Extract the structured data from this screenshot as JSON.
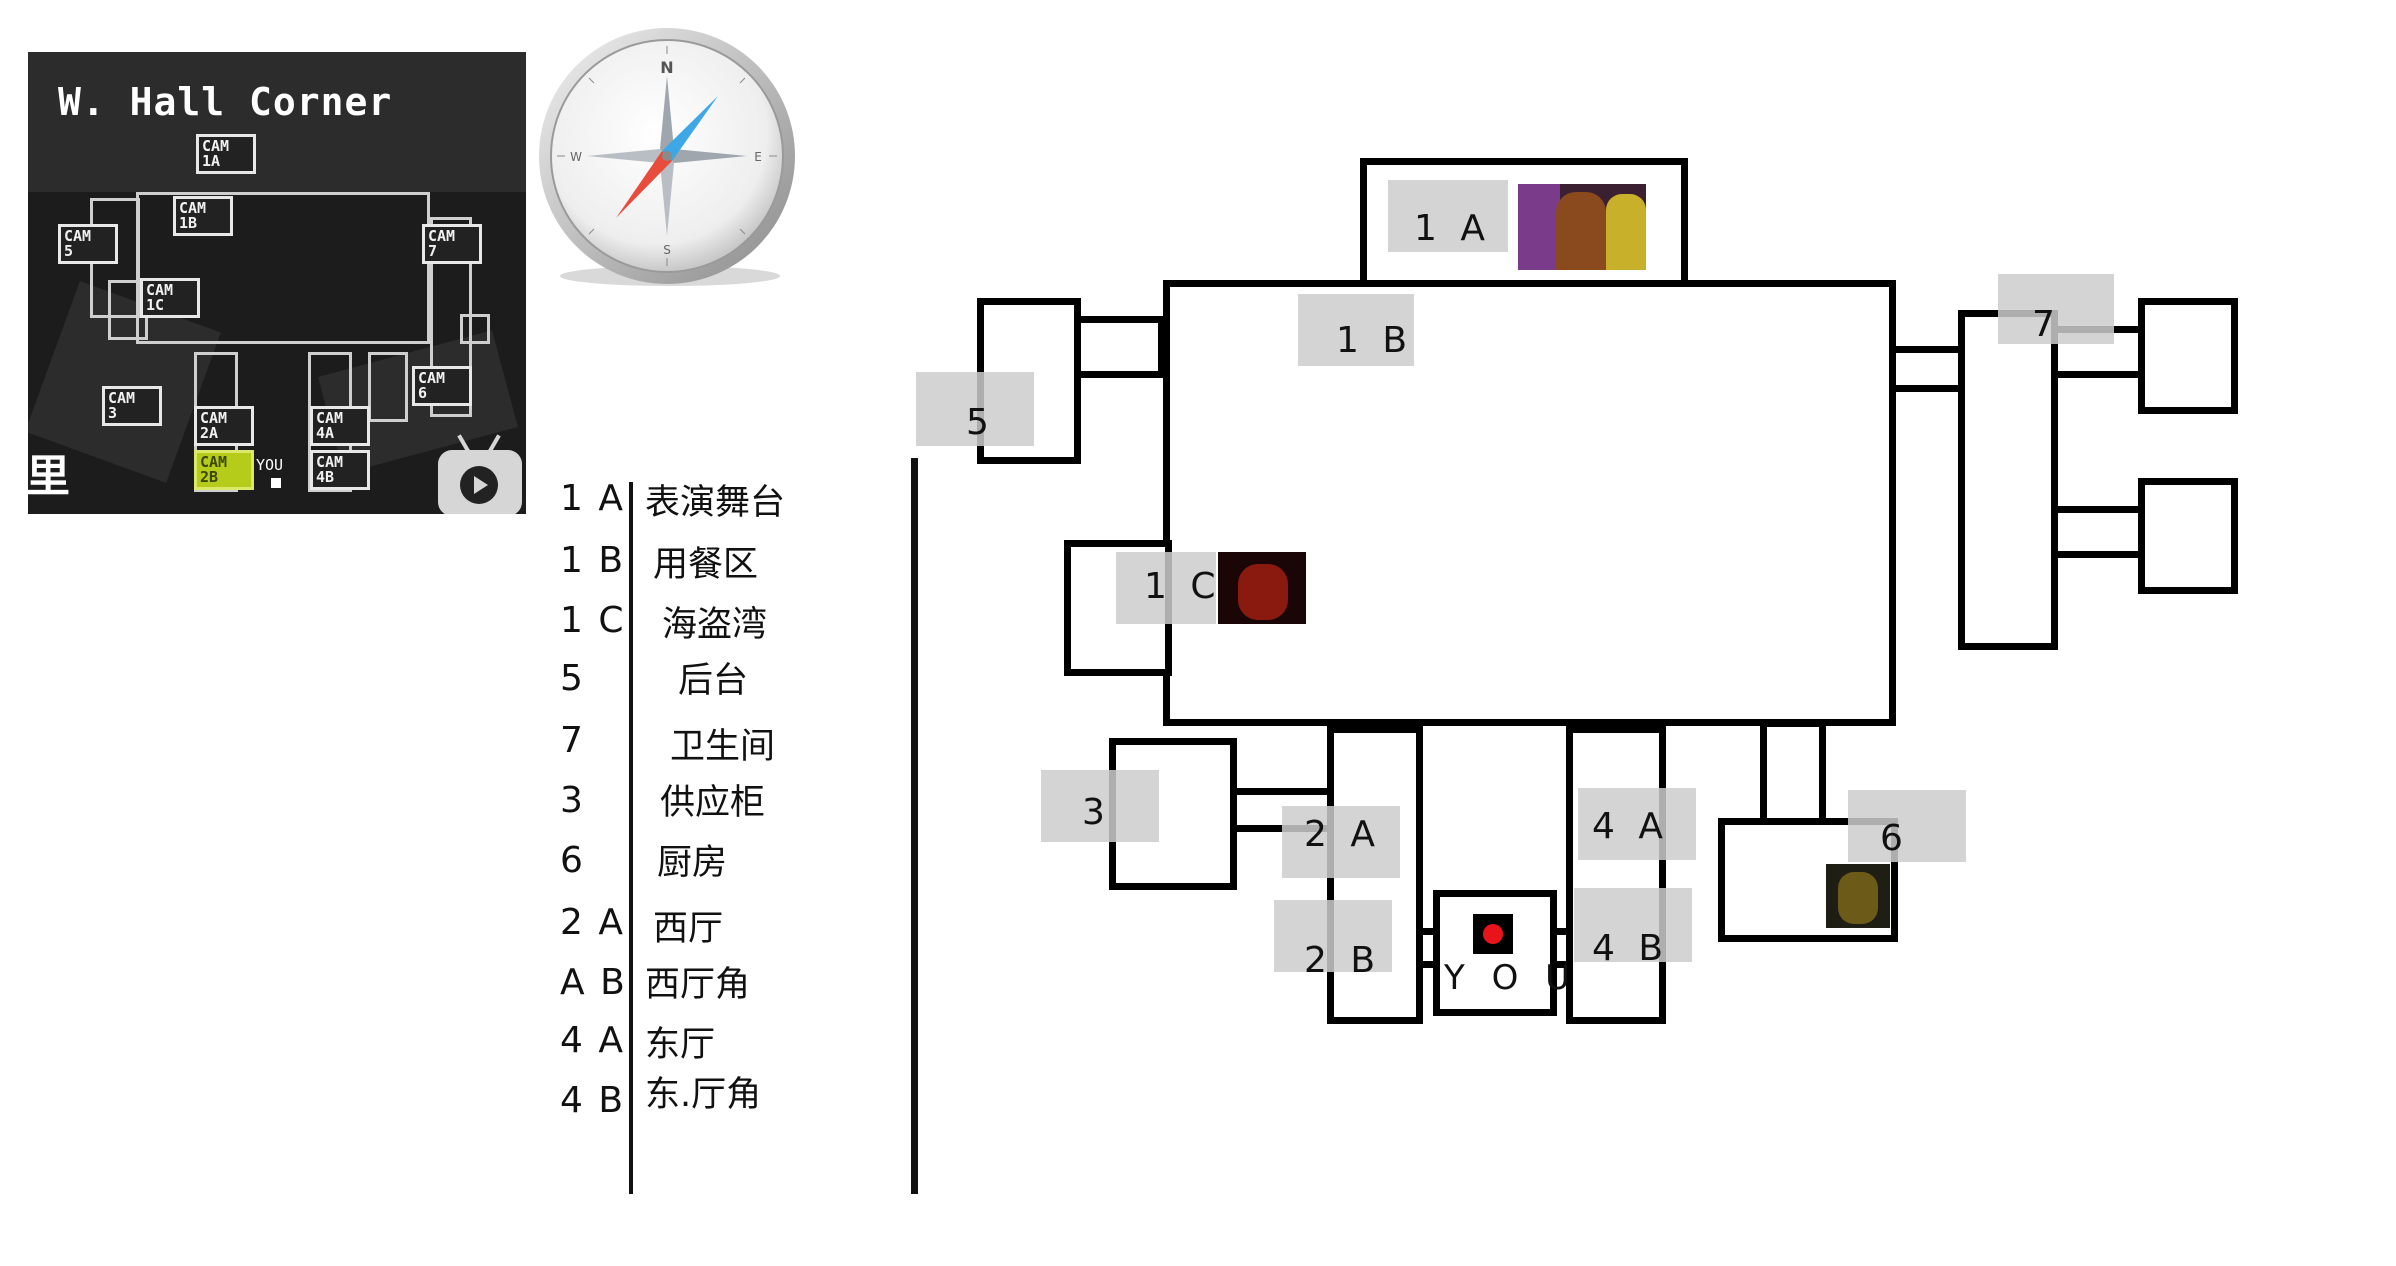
{
  "camera_view": {
    "title": "W. Hall Corner",
    "cams": [
      {
        "id": "cam_1a",
        "label": "CAM\n1A"
      },
      {
        "id": "cam_1b",
        "label": "CAM\n1B"
      },
      {
        "id": "cam_1c",
        "label": "CAM\n1C"
      },
      {
        "id": "cam_5",
        "label": "CAM\n5"
      },
      {
        "id": "cam_7",
        "label": "CAM\n7"
      },
      {
        "id": "cam_3",
        "label": "CAM\n3"
      },
      {
        "id": "cam_6",
        "label": "CAM\n6"
      },
      {
        "id": "cam_2a",
        "label": "CAM\n2A"
      },
      {
        "id": "cam_2b",
        "label": "CAM\n2B"
      },
      {
        "id": "cam_4a",
        "label": "CAM\n4A"
      },
      {
        "id": "cam_4b",
        "label": "CAM\n4B"
      }
    ],
    "you_label": "YOU",
    "watermark_char": "里",
    "active_cam": "cam_2b"
  },
  "compass": {
    "n": "N",
    "s": "S",
    "e": "E",
    "w": "W"
  },
  "legend": [
    {
      "code": "1 A",
      "name": "表演舞台"
    },
    {
      "code": "1 B",
      "name": "用餐区"
    },
    {
      "code": "1 C",
      "name": "海盗湾"
    },
    {
      "code": "5",
      "name": "后台"
    },
    {
      "code": "7",
      "name": "卫生间"
    },
    {
      "code": "3",
      "name": "供应柜"
    },
    {
      "code": "6",
      "name": "厨房"
    },
    {
      "code": "2 A",
      "name": "西厅"
    },
    {
      "code": "A B",
      "name": "西厅角"
    },
    {
      "code": "4 A",
      "name": "东厅"
    },
    {
      "code": "4 B",
      "name": "东.厅角"
    }
  ],
  "map": {
    "labels": {
      "r1a": "1 A",
      "r1b": "1 B",
      "r1c": "1 C",
      "r5": "5",
      "r7": "7",
      "r3": "3",
      "r2a": "2 A",
      "r2b": "2 B",
      "r4a": "4 A",
      "r4b": "4 B",
      "r6": "6"
    },
    "office_label": "Y O U"
  },
  "colors": {
    "wall": "#000000",
    "label_box": "#cccccc",
    "you_dot": "#e8141a",
    "active_cam": "#b6cc1a"
  }
}
